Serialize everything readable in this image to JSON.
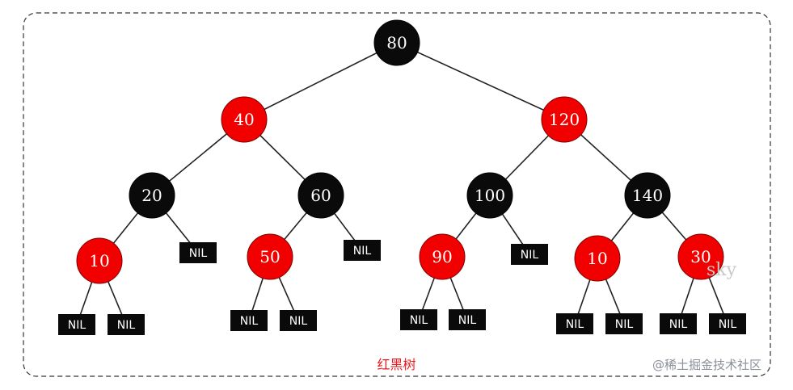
{
  "tree": {
    "colors": {
      "red": "#f20000",
      "black": "#0a0a0a",
      "nil_fill": "#0a0a0a",
      "edge": "#222222",
      "frame": "#333333"
    },
    "nodes": [
      {
        "id": "n80",
        "key": "80",
        "color": "black",
        "parent": null
      },
      {
        "id": "n40",
        "key": "40",
        "color": "red",
        "parent": "n80"
      },
      {
        "id": "n120",
        "key": "120",
        "color": "red",
        "parent": "n80"
      },
      {
        "id": "n20",
        "key": "20",
        "color": "black",
        "parent": "n40"
      },
      {
        "id": "n60",
        "key": "60",
        "color": "black",
        "parent": "n40"
      },
      {
        "id": "n100",
        "key": "100",
        "color": "black",
        "parent": "n120"
      },
      {
        "id": "n140",
        "key": "140",
        "color": "black",
        "parent": "n120"
      },
      {
        "id": "n10a",
        "key": "10",
        "color": "red",
        "parent": "n20"
      },
      {
        "id": "n50",
        "key": "50",
        "color": "red",
        "parent": "n60"
      },
      {
        "id": "n90",
        "key": "90",
        "color": "red",
        "parent": "n100"
      },
      {
        "id": "n10b",
        "key": "10",
        "color": "red",
        "parent": "n140"
      },
      {
        "id": "n30",
        "key": "30",
        "color": "red",
        "parent": "n140"
      }
    ],
    "nil_leaves": [
      {
        "id": "nil-20-right",
        "label": "NIL",
        "parent": "n20"
      },
      {
        "id": "nil-60-right",
        "label": "NIL",
        "parent": "n60"
      },
      {
        "id": "nil-100-right",
        "label": "NIL",
        "parent": "n100"
      },
      {
        "id": "nil-10a-left",
        "label": "NIL",
        "parent": "n10a"
      },
      {
        "id": "nil-10a-right",
        "label": "NIL",
        "parent": "n10a"
      },
      {
        "id": "nil-50-left",
        "label": "NIL",
        "parent": "n50"
      },
      {
        "id": "nil-50-right",
        "label": "NIL",
        "parent": "n50"
      },
      {
        "id": "nil-90-left",
        "label": "NIL",
        "parent": "n90"
      },
      {
        "id": "nil-90-right",
        "label": "NIL",
        "parent": "n90"
      },
      {
        "id": "nil-10b-left",
        "label": "NIL",
        "parent": "n10b"
      },
      {
        "id": "nil-10b-right",
        "label": "NIL",
        "parent": "n10b"
      },
      {
        "id": "nil-30-left",
        "label": "NIL",
        "parent": "n30"
      },
      {
        "id": "nil-30-right",
        "label": "NIL",
        "parent": "n30"
      }
    ]
  },
  "caption": "红黑树",
  "signature": "sky",
  "watermark": "@稀土掘金技术社区"
}
